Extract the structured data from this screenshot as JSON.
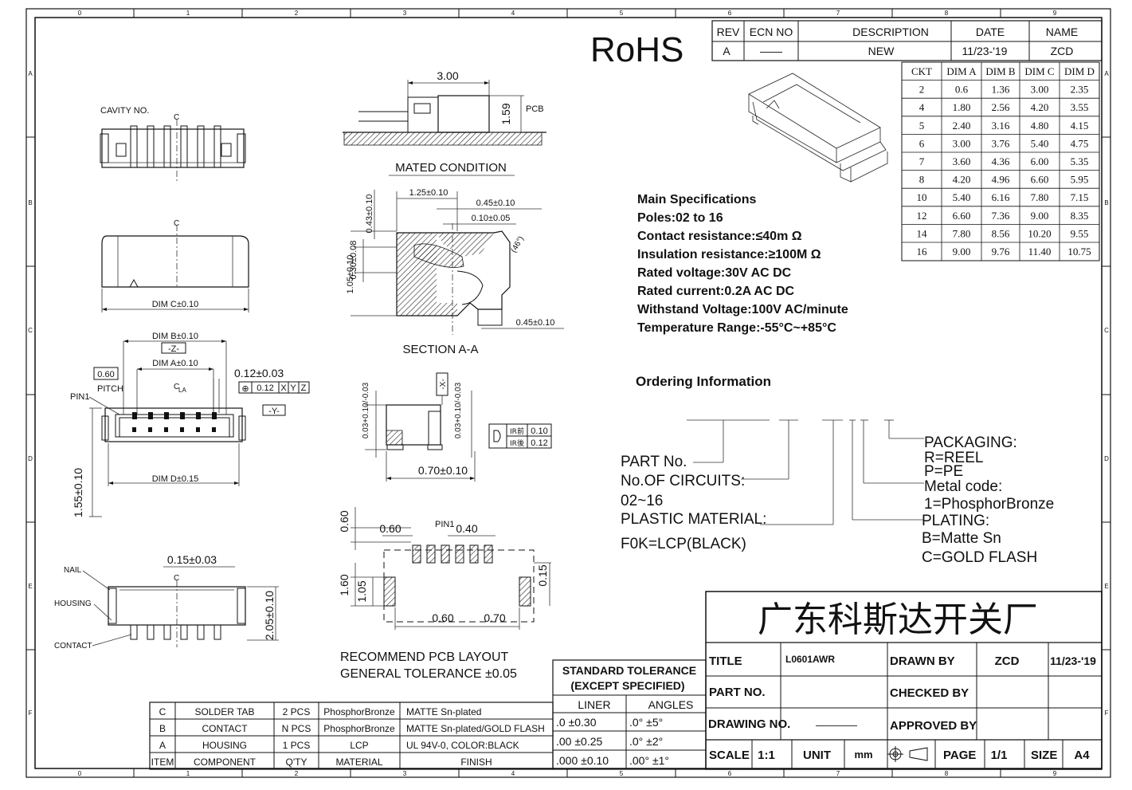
{
  "frame": {
    "col_labels": [
      "0",
      "1",
      "2",
      "3",
      "4",
      "5",
      "6",
      "7",
      "8",
      "9"
    ],
    "row_labels": [
      "A",
      "B",
      "C",
      "D",
      "E",
      "F"
    ]
  },
  "rohs": "RoHS",
  "revision_table": {
    "headers": [
      "REV",
      "ECN NO",
      "DESCRIPTION",
      "DATE",
      "NAME"
    ],
    "row": [
      "A",
      "——",
      "NEW",
      "11/23-'19",
      "ZCD"
    ]
  },
  "dim_table": {
    "headers": [
      "CKT",
      "DIM A",
      "DIM B",
      "DIM C",
      "DIM D"
    ],
    "rows": [
      [
        "2",
        "0.6",
        "1.36",
        "3.00",
        "2.35"
      ],
      [
        "4",
        "1.80",
        "2.56",
        "4.20",
        "3.55"
      ],
      [
        "5",
        "2.40",
        "3.16",
        "4.80",
        "4.15"
      ],
      [
        "6",
        "3.00",
        "3.76",
        "5.40",
        "4.75"
      ],
      [
        "7",
        "3.60",
        "4.36",
        "6.00",
        "5.35"
      ],
      [
        "8",
        "4.20",
        "4.96",
        "6.60",
        "5.95"
      ],
      [
        "10",
        "5.40",
        "6.16",
        "7.80",
        "7.15"
      ],
      [
        "12",
        "6.60",
        "7.36",
        "9.00",
        "8.35"
      ],
      [
        "14",
        "7.80",
        "8.56",
        "10.20",
        "9.55"
      ],
      [
        "16",
        "9.00",
        "9.76",
        "11.40",
        "10.75"
      ]
    ]
  },
  "specs": {
    "title": "Main Specifications",
    "lines": [
      "Poles:02 to 16",
      "Contact resistance:≤40m Ω",
      "Insulation resistance:≥100M Ω",
      "Rated voltage:30V AC DC",
      "Rated current:0.2A AC DC",
      "Withstand Voltage:100V AC/minute",
      "Temperature Range:-55°C~+85°C"
    ]
  },
  "ordering": {
    "title": "Ordering Information",
    "left": [
      "PART No.",
      "No.OF  CIRCUITS:",
      "02~16",
      "PLASTIC  MATERIAL:",
      "F0K=LCP(BLACK)"
    ],
    "right": [
      "PACKAGING:",
      "R=REEL",
      "P=PE",
      "Metal code:",
      "1=PhosphorBronze",
      "PLATING:",
      "B=Matte  Sn",
      "C=GOLD  FLASH"
    ]
  },
  "views": {
    "cavity_no": "CAVITY  NO.",
    "cl": "C",
    "dim_c": "DIM  C±0.10",
    "dim_b": "DIM  B±0.10",
    "z_datum": "-Z-",
    "dim_a": "DIM  A±0.10",
    "pitch_box": "0.60",
    "pitch": "PITCH",
    "tol_012": "0.12±0.03",
    "fcf": [
      "⊕",
      "0.12",
      "X",
      "Y",
      "Z"
    ],
    "pin1": "PIN1",
    "y_datum": "-Y-",
    "la": "LA",
    "dim_d": "DIM  D±0.15",
    "dim_155": "1.55±0.10",
    "dim_015": "0.15±0.03",
    "nail": "NAIL",
    "housing": "HOUSING",
    "contact": "CONTACT",
    "dim_205": "2.05±0.10",
    "mated_300": "3.00",
    "mated_159": "1.59",
    "pcb": "PCB",
    "mated_condition": "MATED  CONDITION",
    "sec_125": "1.25±0.10",
    "sec_045a": "0.45±0.10",
    "sec_010": "0.10±0.05",
    "sec_043": "0.43±0.10",
    "sec_046": "(46°)",
    "sec_030": "0.30±0.08",
    "sec_105": "1.05±0.10",
    "sec_045b": "0.45±0.10",
    "section_aa": "SECTION  A-A",
    "x_datum": "-X-",
    "side_003a": "0.03+0.10/-0.03",
    "side_003b": "0.03+0.10/-0.03",
    "side_070": "0.70±0.10",
    "ir_rows": [
      [
        "IR前",
        "0.10"
      ],
      [
        "IR後",
        "0.12"
      ]
    ],
    "pcb_060v": "0.60",
    "pcb_060h": "0.60",
    "pcb_pin1": "PIN1",
    "pcb_040": "0.40",
    "pcb_160": "1.60",
    "pcb_105": "1.05",
    "pcb_015": "0.15",
    "pcb_060b": "0.60",
    "pcb_070": "0.70",
    "recommend": "RECOMMEND  PCB  LAYOUT",
    "general_tol": "GENERAL  TOLERANCE  ±0.05"
  },
  "bom": {
    "rows": [
      [
        "C",
        "SOLDER  TAB",
        "2  PCS",
        "PhosphorBronze",
        "MATTE  Sn-plated"
      ],
      [
        "B",
        "CONTACT",
        "N  PCS",
        "PhosphorBronze",
        "MATTE  Sn-plated/GOLD  FLASH"
      ],
      [
        "A",
        "HOUSING",
        "1  PCS",
        "LCP",
        "UL  94V-0,  COLOR:BLACK"
      ],
      [
        "ITEM",
        "COMPONENT",
        "Q'TY",
        "MATERIAL",
        "FINISH"
      ]
    ]
  },
  "tolerance": {
    "title1": "STANDARD TOLERANCE",
    "title2": "(EXCEPT  SPECIFIED)",
    "col1": "LINER",
    "col2": "ANGLES",
    "rows": [
      [
        ".0   ±0.30",
        ".0°   ±5°"
      ],
      [
        ".00  ±0.25",
        ".0°  ±2°"
      ],
      [
        ".000 ±0.10",
        ".00° ±1°"
      ]
    ]
  },
  "title_block": {
    "company": "广东科斯达开关厂",
    "title_label": "TITLE",
    "title_value": "L0601AWR",
    "drawn_by": "DRAWN BY",
    "drawn_name": "ZCD",
    "drawn_date": "11/23-'19",
    "part_no": "PART NO.",
    "checked_by": "CHECKED BY",
    "drawing_no": "DRAWING NO.",
    "drawing_no_value": "————",
    "approved_by": "APPROVED BY",
    "scale_label": "SCALE",
    "scale_value": "1:1",
    "unit_label": "UNIT",
    "unit_value": "mm",
    "page_label": "PAGE",
    "page_value": "1/1",
    "size_label": "SIZE",
    "size_value": "A4"
  }
}
